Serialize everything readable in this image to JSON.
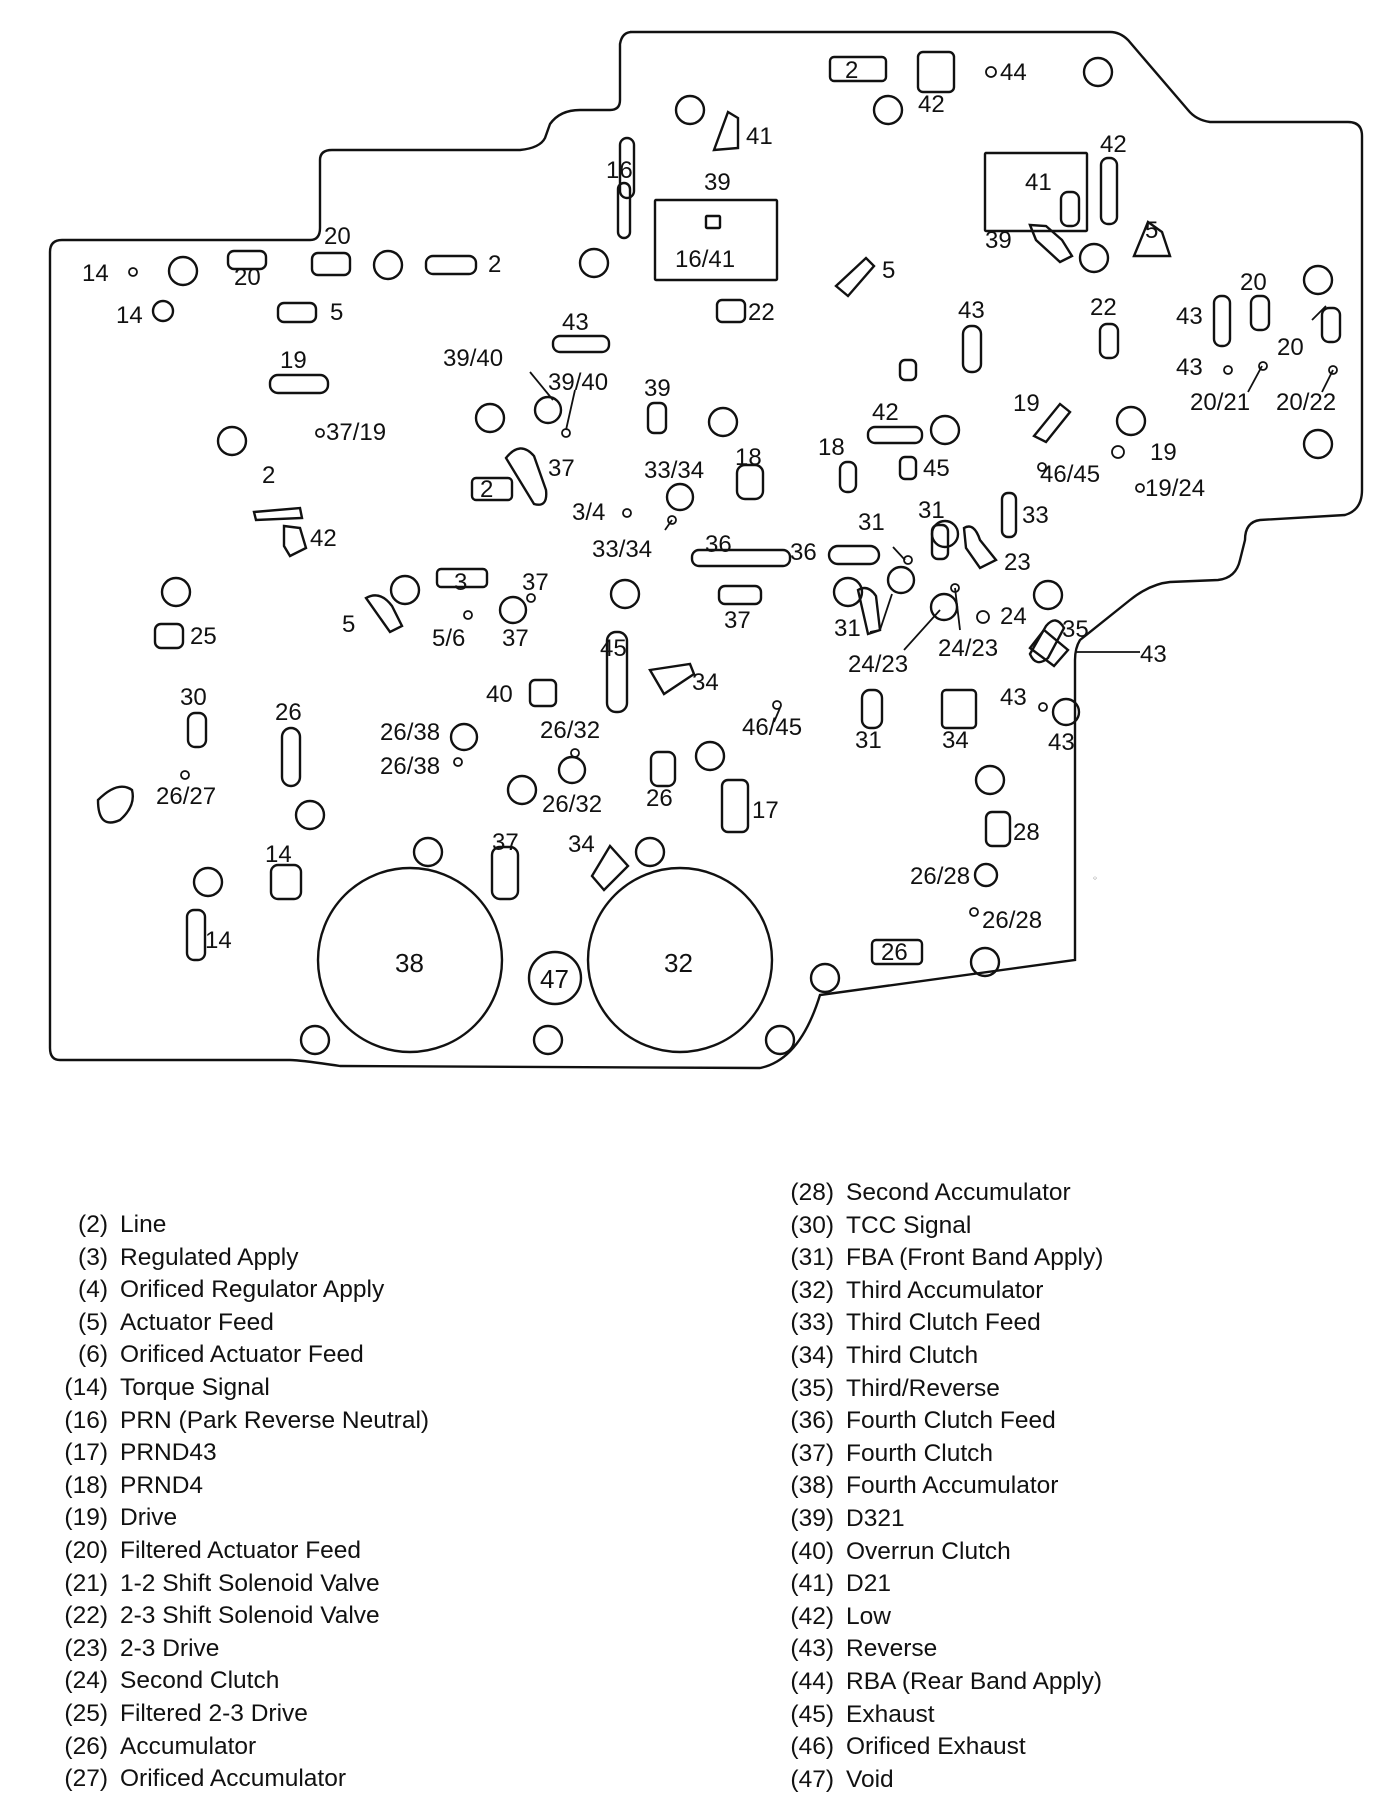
{
  "diagram": {
    "labels": [
      "14",
      "14",
      "20",
      "20",
      "5",
      "2",
      "19",
      "37/19",
      "2",
      "2",
      "42",
      "37",
      "39/40",
      "39/40",
      "43",
      "16",
      "39",
      "41",
      "16/41",
      "22",
      "5",
      "2",
      "42",
      "44",
      "42",
      "41",
      "39",
      "5",
      "43",
      "22",
      "43",
      "20",
      "20",
      "43",
      "20/21",
      "20/22",
      "39",
      "33/34",
      "3/4",
      "33/34",
      "18",
      "36",
      "37",
      "3",
      "37",
      "5",
      "5/6",
      "37",
      "45",
      "34",
      "40",
      "26/38",
      "26/38",
      "26/32",
      "26/32",
      "26",
      "17",
      "46/45",
      "42",
      "45",
      "18",
      "31",
      "31",
      "36",
      "33",
      "23",
      "19",
      "46/45",
      "19",
      "19/24",
      "24",
      "24/23",
      "24/23",
      "35",
      "43",
      "31",
      "31",
      "34",
      "43",
      "43",
      "30",
      "26/27",
      "26",
      "25",
      "14",
      "14",
      "37",
      "34",
      "28",
      "26/28",
      "26/28",
      "26",
      "38",
      "47",
      "32"
    ]
  },
  "legend_left": [
    {
      "code": "(2)",
      "name": "Line"
    },
    {
      "code": "(3)",
      "name": "Regulated Apply"
    },
    {
      "code": "(4)",
      "name": "Orificed Regulator Apply"
    },
    {
      "code": "(5)",
      "name": "Actuator Feed"
    },
    {
      "code": "(6)",
      "name": "Orificed Actuator Feed"
    },
    {
      "code": "(14)",
      "name": "Torque Signal"
    },
    {
      "code": "(16)",
      "name": "PRN (Park Reverse Neutral)"
    },
    {
      "code": "(17)",
      "name": "PRND43"
    },
    {
      "code": "(18)",
      "name": "PRND4"
    },
    {
      "code": "(19)",
      "name": "Drive"
    },
    {
      "code": "(20)",
      "name": "Filtered Actuator Feed"
    },
    {
      "code": "(21)",
      "name": "1-2 Shift Solenoid Valve"
    },
    {
      "code": "(22)",
      "name": "2-3 Shift Solenoid Valve"
    },
    {
      "code": "(23)",
      "name": "2-3 Drive"
    },
    {
      "code": "(24)",
      "name": "Second Clutch"
    },
    {
      "code": "(25)",
      "name": "Filtered 2-3 Drive"
    },
    {
      "code": "(26)",
      "name": "Accumulator"
    },
    {
      "code": "(27)",
      "name": "Orificed Accumulator"
    }
  ],
  "legend_right": [
    {
      "code": "(28)",
      "name": "Second Accumulator"
    },
    {
      "code": "(30)",
      "name": "TCC Signal"
    },
    {
      "code": "(31)",
      "name": "FBA (Front Band Apply)"
    },
    {
      "code": "(32)",
      "name": "Third Accumulator"
    },
    {
      "code": "(33)",
      "name": "Third Clutch Feed"
    },
    {
      "code": "(34)",
      "name": "Third Clutch"
    },
    {
      "code": "(35)",
      "name": "Third/Reverse"
    },
    {
      "code": "(36)",
      "name": "Fourth Clutch Feed"
    },
    {
      "code": "(37)",
      "name": "Fourth Clutch"
    },
    {
      "code": "(38)",
      "name": "Fourth Accumulator"
    },
    {
      "code": "(39)",
      "name": "D321"
    },
    {
      "code": "(40)",
      "name": "Overrun Clutch"
    },
    {
      "code": "(41)",
      "name": "D21"
    },
    {
      "code": "(42)",
      "name": "Low"
    },
    {
      "code": "(43)",
      "name": "Reverse"
    },
    {
      "code": "(44)",
      "name": "RBA (Rear Band Apply)"
    },
    {
      "code": "(45)",
      "name": "Exhaust"
    },
    {
      "code": "(46)",
      "name": "Orificed Exhaust"
    },
    {
      "code": "(47)",
      "name": "Void"
    }
  ]
}
